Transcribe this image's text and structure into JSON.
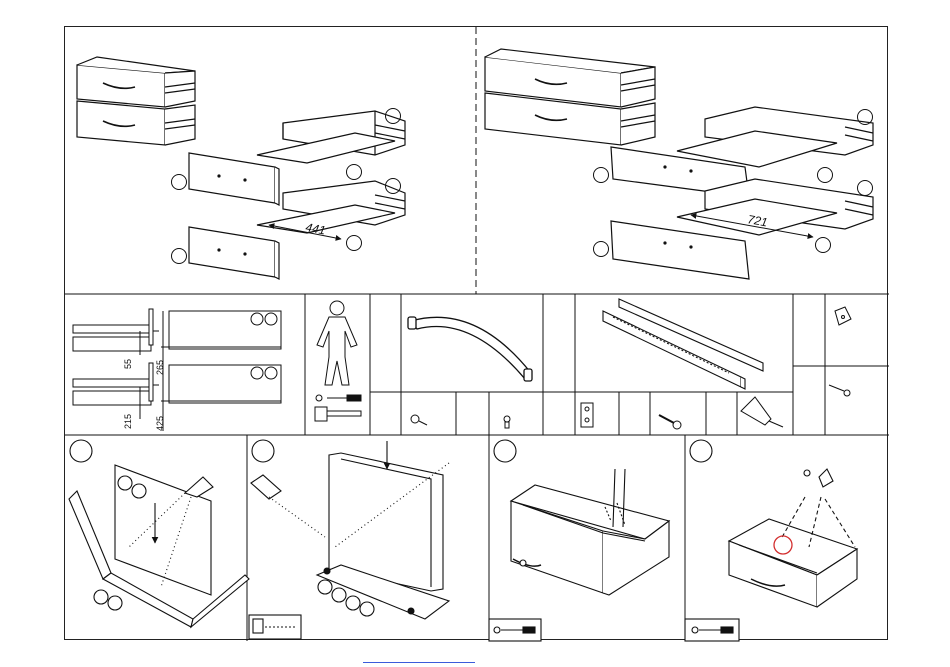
{
  "page": {
    "title": ""
  },
  "dimensions": {
    "small_drawer_width": "441",
    "large_drawer_width": "721"
  },
  "hardware_detail": {
    "offset_upper": "55",
    "offset_upper_side": "265",
    "offset_lower": "215",
    "offset_lower_side": "425"
  },
  "icons": {
    "person": "person-icon",
    "screwdriver": "screwdriver-icon",
    "hammer": "hammer-icon",
    "glue": "glue-bottle-icon",
    "handle": "drawer-handle-icon",
    "runners": "drawer-runner-icon",
    "screw_small": "screw-icon",
    "cam_fitting": "cam-fitting-icon",
    "long_screw": "long-screw-icon",
    "corner_block": "corner-block-icon"
  },
  "colors": {
    "line": "#111111",
    "highlight_circle": "#d32f2f",
    "footer_link": "#3b5bdb"
  }
}
